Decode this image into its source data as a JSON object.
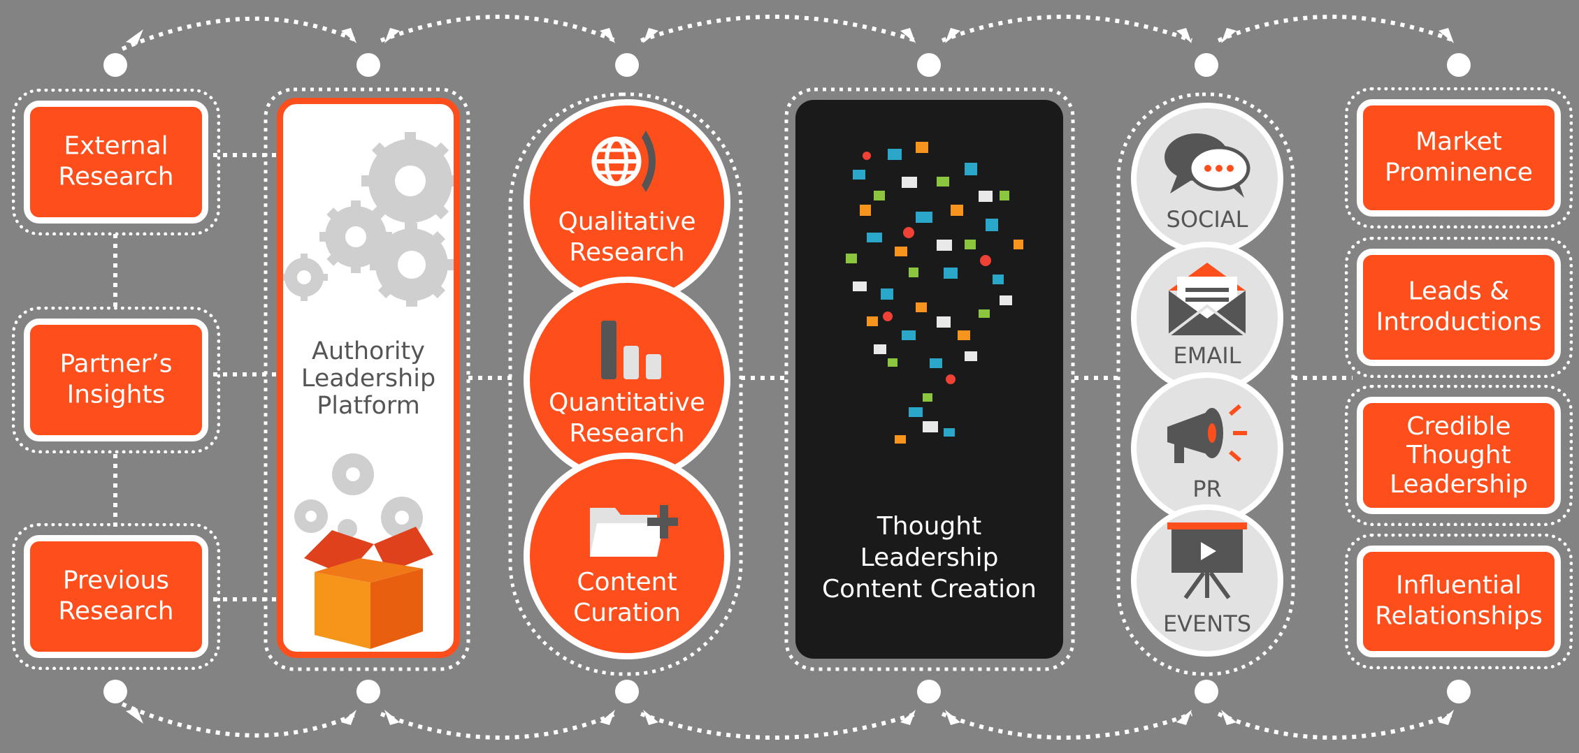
{
  "inputs": [
    {
      "line1": "External",
      "line2": "Research"
    },
    {
      "line1": "Partner’s",
      "line2": "Insights"
    },
    {
      "line1": "Previous",
      "line2": "Research"
    }
  ],
  "platform": {
    "line1": "Authority",
    "line2": "Leadership",
    "line3": "Platform"
  },
  "research": [
    {
      "line1": "Qualitative",
      "line2": "Research",
      "icon": "globe-phone-icon"
    },
    {
      "line1": "Quantitative",
      "line2": "Research",
      "icon": "bar-chart-icon"
    },
    {
      "line1": "Content",
      "line2": "Curation",
      "icon": "folder-plus-icon"
    }
  ],
  "creation": {
    "line1": "Thought",
    "line2": "Leadership",
    "line3": "Content Creation",
    "icon": "lightbulb-icon"
  },
  "channels": [
    {
      "label": "SOCIAL",
      "icon": "chat-bubbles-icon"
    },
    {
      "label": "EMAIL",
      "icon": "envelope-icon"
    },
    {
      "label": "PR",
      "icon": "megaphone-icon"
    },
    {
      "label": "EVENTS",
      "icon": "presentation-screen-icon"
    }
  ],
  "outcomes": [
    {
      "lines": [
        "Market",
        "Prominence"
      ]
    },
    {
      "lines": [
        "Leads &",
        "Introductions"
      ]
    },
    {
      "lines": [
        "Credible",
        "Thought",
        "Leadership"
      ]
    },
    {
      "lines": [
        "Influential",
        "Relationships"
      ]
    }
  ],
  "colors": {
    "orange": "#fd4e1c",
    "background": "#838383",
    "white": "#ffffff",
    "dark": "#1a1a1a",
    "light_grey": "#e2e2e2",
    "icon_grey": "#555555"
  }
}
